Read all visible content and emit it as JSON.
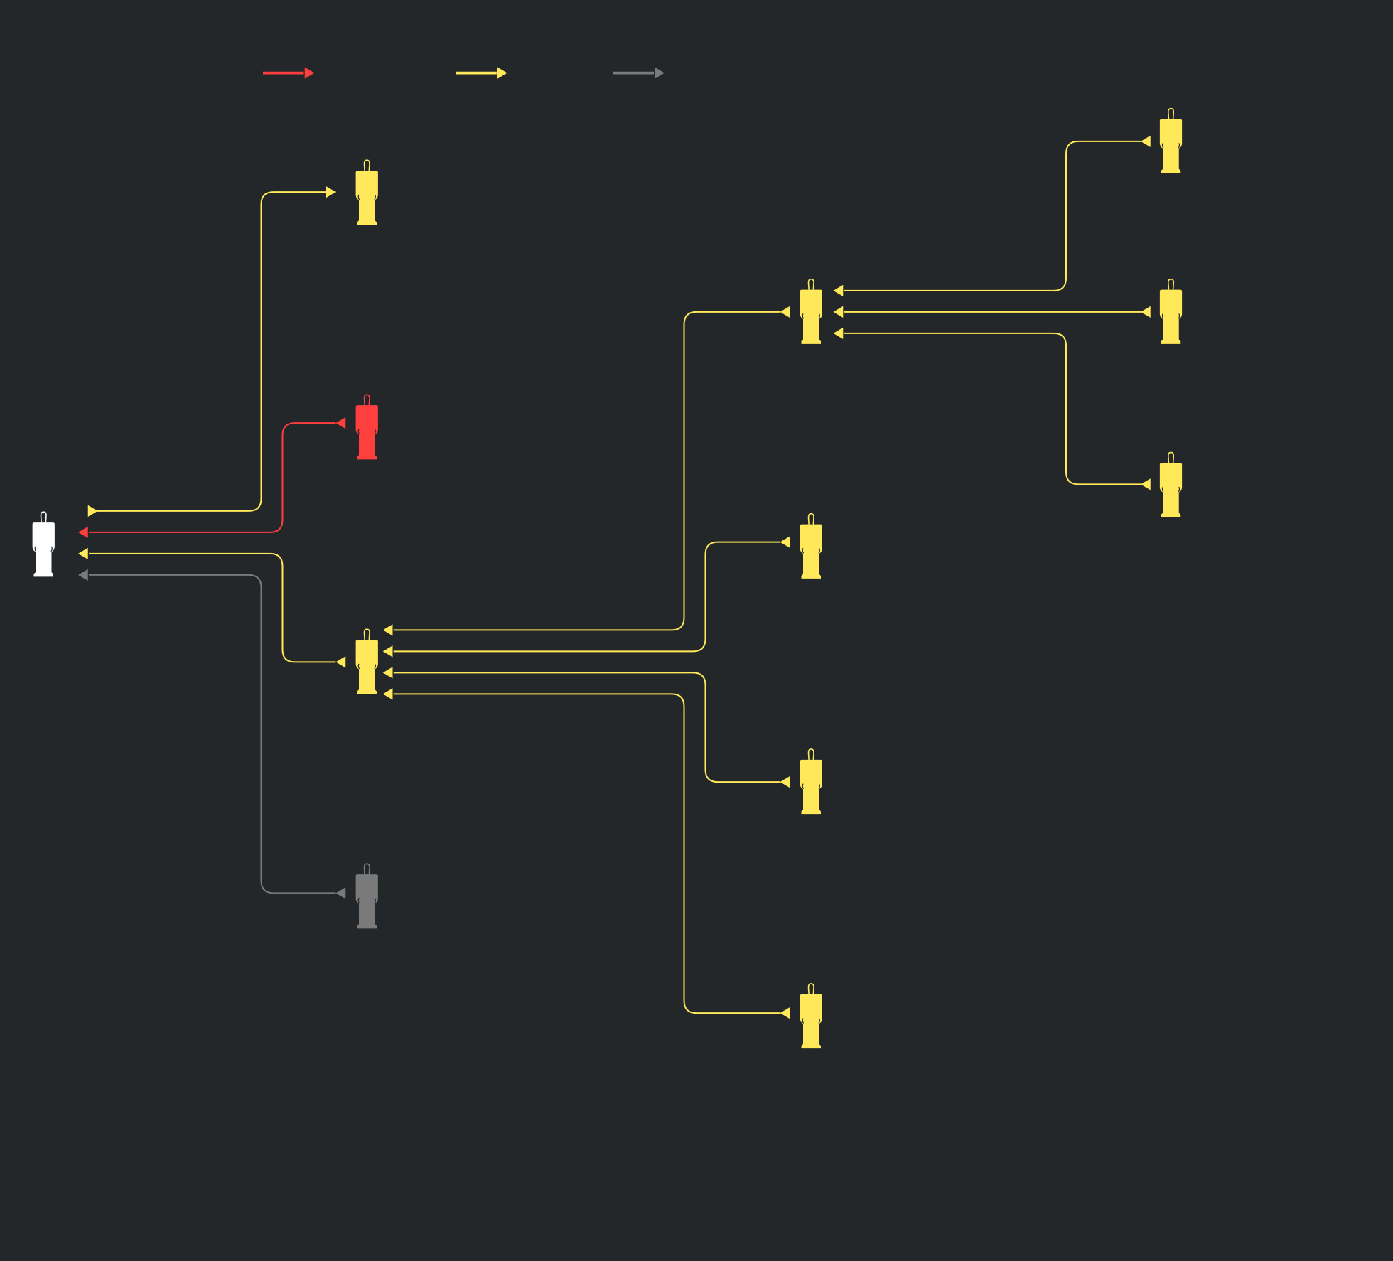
{
  "colors": {
    "background": "#232729",
    "red": "#ff3e3e",
    "yellow": "#ffe95a",
    "gray": "#7a7a7a",
    "white": "#ffffff"
  },
  "legend": [
    {
      "color": "red",
      "icon": "arrow-right-icon"
    },
    {
      "color": "yellow",
      "icon": "arrow-right-icon"
    },
    {
      "color": "gray",
      "icon": "arrow-right-icon"
    }
  ],
  "nodes": [
    {
      "id": "root",
      "color": "white",
      "icon": "person-icon"
    },
    {
      "id": "a",
      "color": "yellow",
      "icon": "person-icon"
    },
    {
      "id": "b",
      "color": "red",
      "icon": "person-icon"
    },
    {
      "id": "c",
      "color": "yellow",
      "icon": "person-icon"
    },
    {
      "id": "d",
      "color": "gray",
      "icon": "person-icon"
    },
    {
      "id": "e",
      "color": "yellow",
      "icon": "person-icon"
    },
    {
      "id": "f",
      "color": "yellow",
      "icon": "person-icon"
    },
    {
      "id": "g",
      "color": "yellow",
      "icon": "person-icon"
    },
    {
      "id": "h",
      "color": "yellow",
      "icon": "person-icon"
    },
    {
      "id": "i",
      "color": "yellow",
      "icon": "person-icon"
    },
    {
      "id": "j",
      "color": "yellow",
      "icon": "person-icon"
    },
    {
      "id": "k",
      "color": "yellow",
      "icon": "person-icon"
    }
  ],
  "edges": [
    {
      "id": "root-a",
      "from": "root",
      "to": "a",
      "color": "yellow"
    },
    {
      "id": "b-root",
      "from": "b",
      "to": "root",
      "color": "red"
    },
    {
      "id": "c-root",
      "from": "c",
      "to": "root",
      "color": "yellow"
    },
    {
      "id": "d-root",
      "from": "d",
      "to": "root",
      "color": "gray"
    },
    {
      "id": "e-c",
      "from": "e",
      "to": "c",
      "color": "yellow"
    },
    {
      "id": "f-c",
      "from": "f",
      "to": "c",
      "color": "yellow"
    },
    {
      "id": "g-c",
      "from": "g",
      "to": "c",
      "color": "yellow"
    },
    {
      "id": "h-c",
      "from": "h",
      "to": "c",
      "color": "yellow"
    },
    {
      "id": "i-e",
      "from": "i",
      "to": "e",
      "color": "yellow"
    },
    {
      "id": "j-e",
      "from": "j",
      "to": "e",
      "color": "yellow"
    },
    {
      "id": "k-e",
      "from": "k",
      "to": "e",
      "color": "yellow"
    }
  ]
}
